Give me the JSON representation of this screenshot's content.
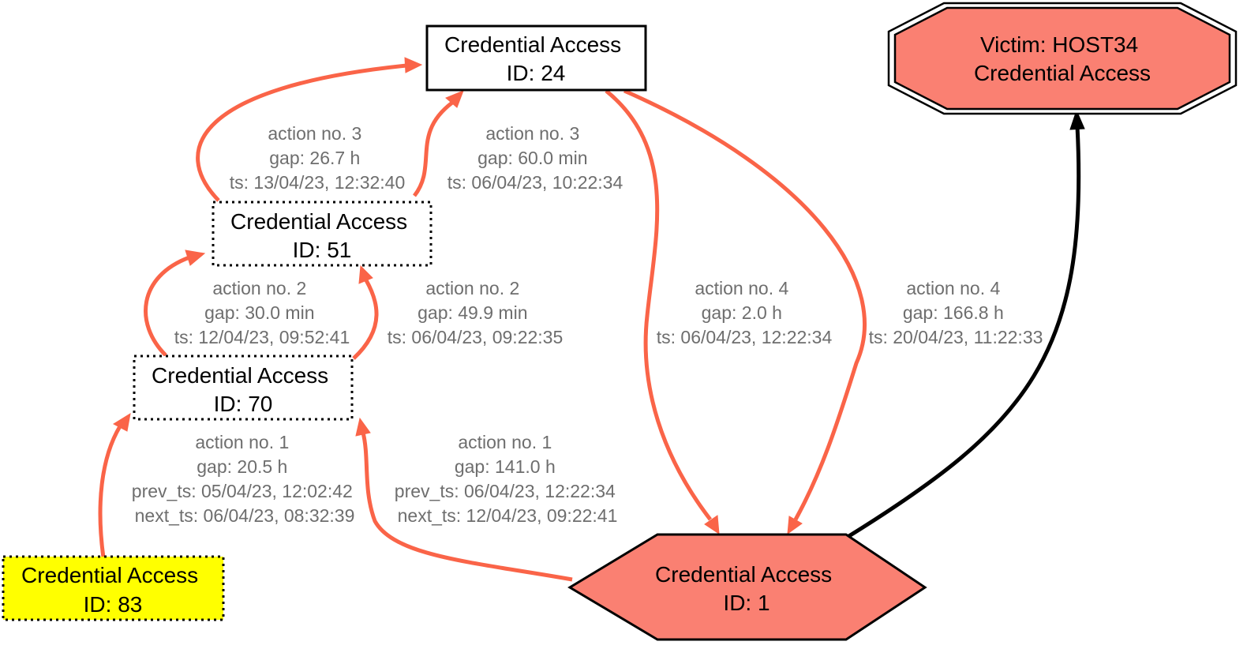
{
  "nodes": {
    "n24": {
      "line1": "Credential Access",
      "line2": "ID: 24"
    },
    "n51": {
      "line1": "Credential Access",
      "line2": "ID: 51"
    },
    "n70": {
      "line1": "Credential Access",
      "line2": "ID: 70"
    },
    "n83": {
      "line1": "Credential Access",
      "line2": "ID: 83"
    },
    "n1": {
      "line1": "Credential Access",
      "line2": "ID: 1"
    },
    "victim": {
      "line1": "Victim: HOST34",
      "line2": "Credential Access"
    }
  },
  "edges": {
    "e83_70": {
      "l1": "action no. 1",
      "l2": "gap: 20.5 h",
      "l3": "prev_ts: 05/04/23, 12:02:42",
      "l4": "next_ts: 06/04/23, 08:32:39"
    },
    "e1_70": {
      "l1": "action no. 1",
      "l2": "gap: 141.0 h",
      "l3": "prev_ts: 06/04/23, 12:22:34",
      "l4": "next_ts: 12/04/23, 09:22:41"
    },
    "e70_51_left": {
      "l1": "action no. 2",
      "l2": "gap: 30.0 min",
      "l3": "ts: 12/04/23, 09:52:41"
    },
    "e70_51_right": {
      "l1": "action no. 2",
      "l2": "gap: 49.9 min",
      "l3": "ts: 06/04/23, 09:22:35"
    },
    "e51_24_left": {
      "l1": "action no. 3",
      "l2": "gap: 26.7 h",
      "l3": "ts: 13/04/23, 12:32:40"
    },
    "e51_24_right": {
      "l1": "action no. 3",
      "l2": "gap: 60.0 min",
      "l3": "ts: 06/04/23, 10:22:34"
    },
    "e24_1_left": {
      "l1": "action no. 4",
      "l2": "gap: 2.0 h",
      "l3": "ts: 06/04/23, 12:22:34"
    },
    "e24_1_right": {
      "l1": "action no. 4",
      "l2": "gap: 166.8 h",
      "l3": "ts: 20/04/23, 11:22:33"
    }
  },
  "colors": {
    "edge_attack": "#fa6448",
    "edge_victim": "#000000",
    "node_salmon": "#fa8072",
    "node_start": "#ffff00",
    "edge_text": "#6e6e6e"
  }
}
